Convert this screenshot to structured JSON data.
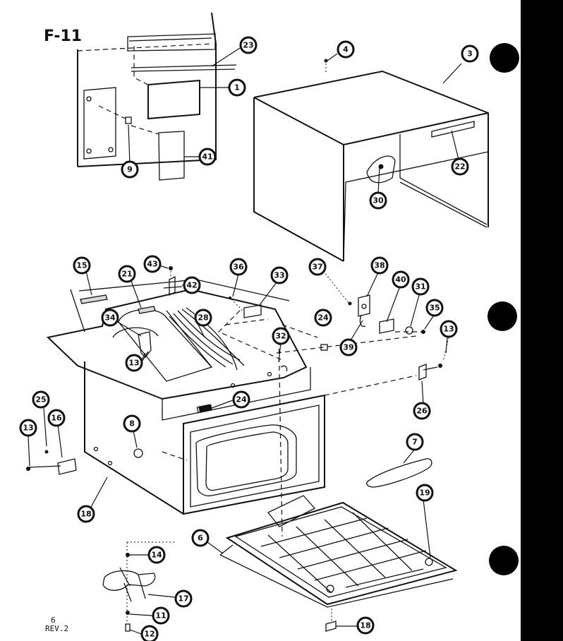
{
  "figure": {
    "label": "F-11"
  },
  "footer": {
    "page": "6",
    "revision": "REV.2"
  },
  "callouts": {
    "c1": "1",
    "c3": "3",
    "c4": "4",
    "c6": "6",
    "c7": "7",
    "c8": "8",
    "c9": "9",
    "c11": "11",
    "c12": "12",
    "c13a": "13",
    "c13b": "13",
    "c13c": "13",
    "c14": "14",
    "c15": "15",
    "c16": "16",
    "c17": "17",
    "c18a": "18",
    "c18b": "18",
    "c19": "19",
    "c21": "21",
    "c22": "22",
    "c23": "23",
    "c24a": "24",
    "c24b": "24",
    "c25": "25",
    "c26": "26",
    "c28": "28",
    "c30": "30",
    "c31": "31",
    "c32": "32",
    "c33": "33",
    "c34": "34",
    "c35": "35",
    "c36": "36",
    "c37": "37",
    "c38": "38",
    "c39": "39",
    "c40": "40",
    "c41": "41",
    "c42": "42",
    "c43": "43"
  },
  "colors": {
    "ink": "#111111",
    "paper": "#ffffff",
    "sidebar": "#000000"
  }
}
